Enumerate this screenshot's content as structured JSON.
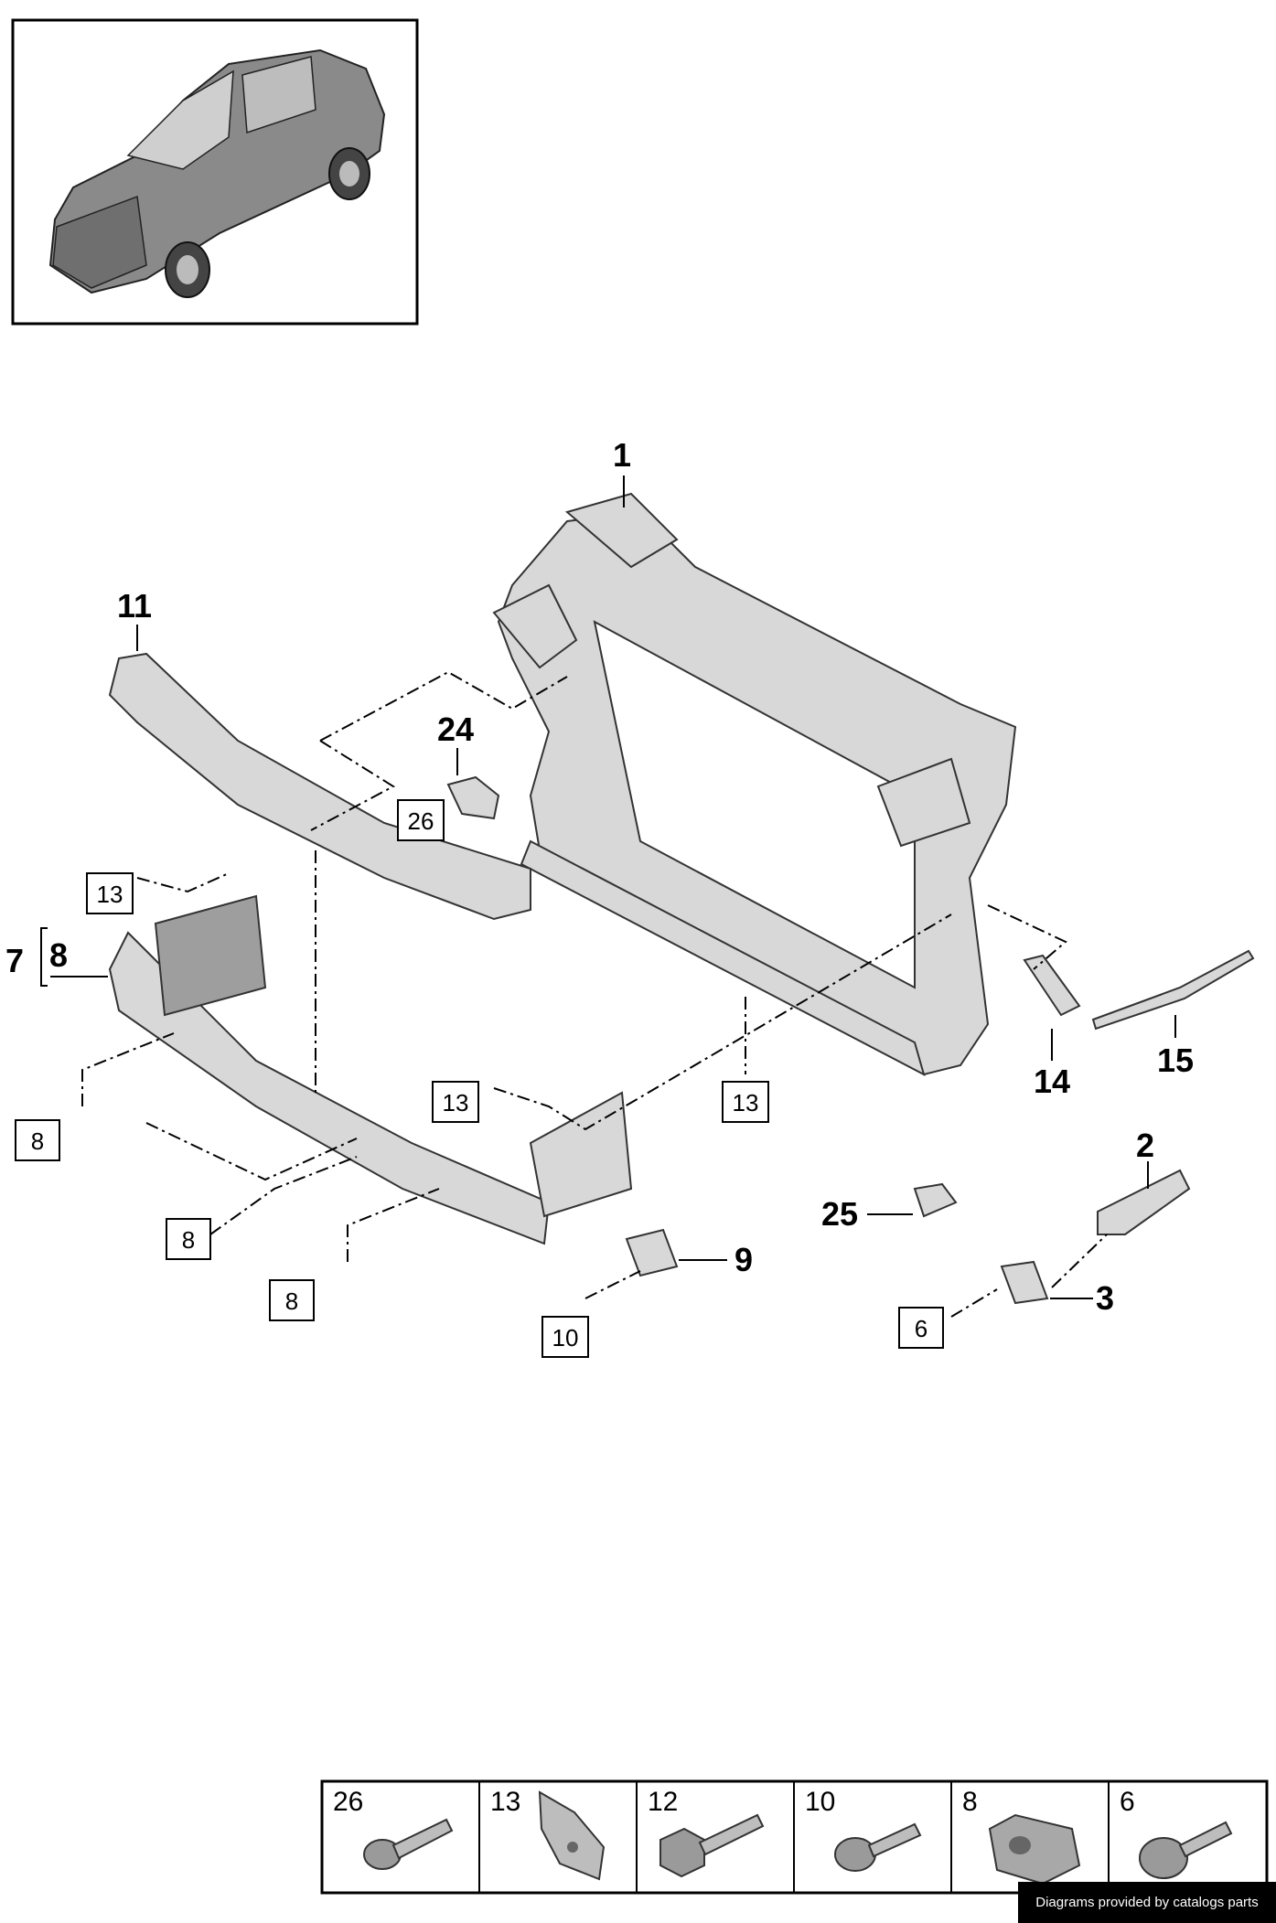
{
  "callouts": [
    "1",
    "2",
    "3",
    "7",
    "8",
    "9",
    "11",
    "14",
    "15",
    "24",
    "25"
  ],
  "boxed_refs": [
    "6",
    "8",
    "10",
    "12",
    "13",
    "26"
  ],
  "fastener_table": [
    {
      "label": "26",
      "icon": "bolt-icon"
    },
    {
      "label": "13",
      "icon": "clip-nut-icon"
    },
    {
      "label": "12",
      "icon": "hex-bolt-icon"
    },
    {
      "label": "10",
      "icon": "flange-bolt-icon"
    },
    {
      "label": "8",
      "icon": "collar-nut-icon"
    },
    {
      "label": "6",
      "icon": "torx-bolt-icon"
    }
  ],
  "credit": "Diagrams provided by catalogs parts"
}
